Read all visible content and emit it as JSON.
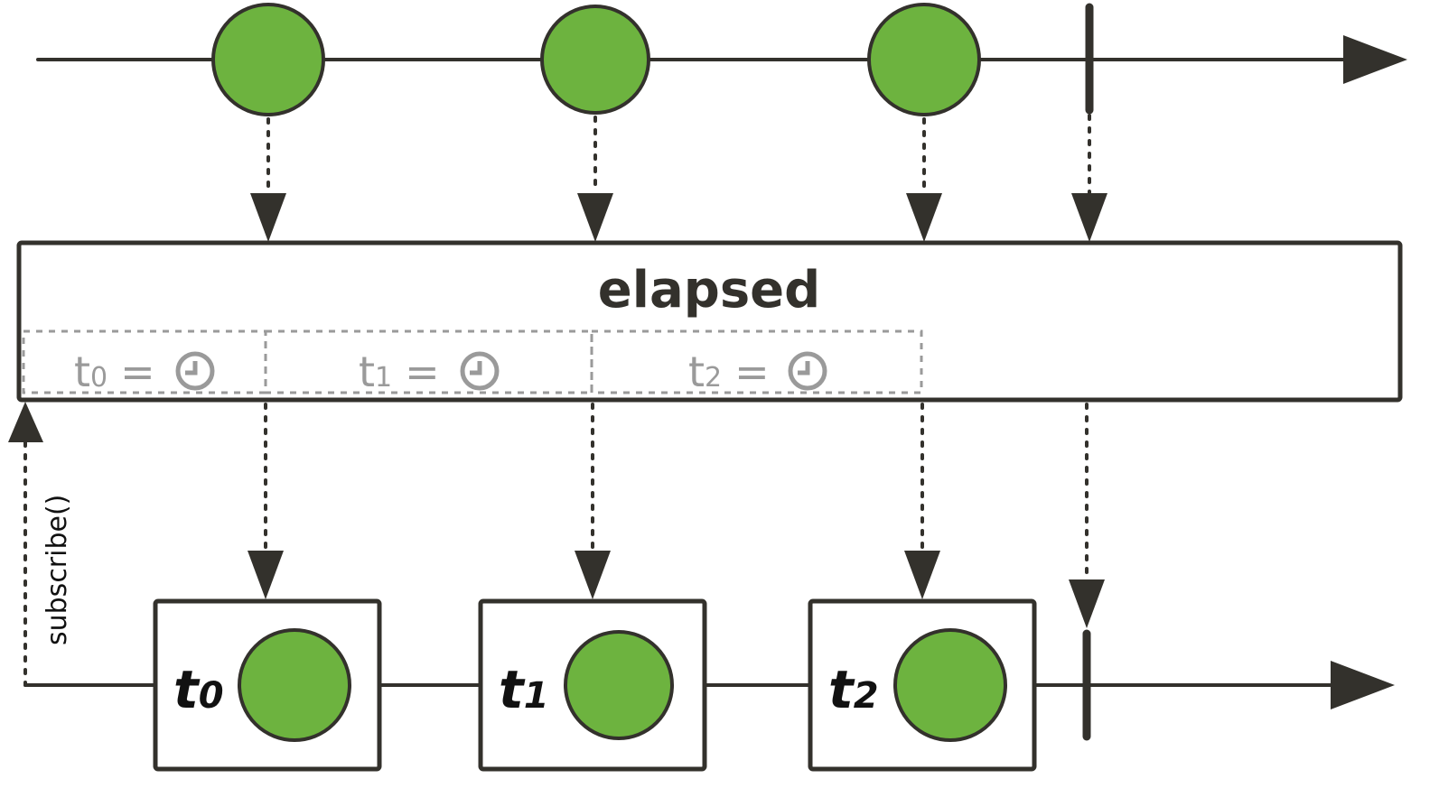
{
  "operator": {
    "label": "elapsed"
  },
  "source": {
    "marbles": [
      {
        "id": "m0",
        "color": "#6db33f"
      },
      {
        "id": "m1",
        "color": "#6db33f"
      },
      {
        "id": "m2",
        "color": "#6db33f"
      }
    ],
    "completed": true
  },
  "timestamps": [
    {
      "t": "t",
      "sub": "0",
      "eq": "="
    },
    {
      "t": "t",
      "sub": "1",
      "eq": "="
    },
    {
      "t": "t",
      "sub": "2",
      "eq": "="
    }
  ],
  "output": {
    "items": [
      {
        "t": "t",
        "sub": "0"
      },
      {
        "t": "t",
        "sub": "1"
      },
      {
        "t": "t",
        "sub": "2"
      }
    ],
    "completed": true
  },
  "subscribe_label": "subscribe()",
  "colors": {
    "marble": "#6db33f",
    "stroke": "#33312c",
    "timestamp": "#9a9a9a"
  }
}
